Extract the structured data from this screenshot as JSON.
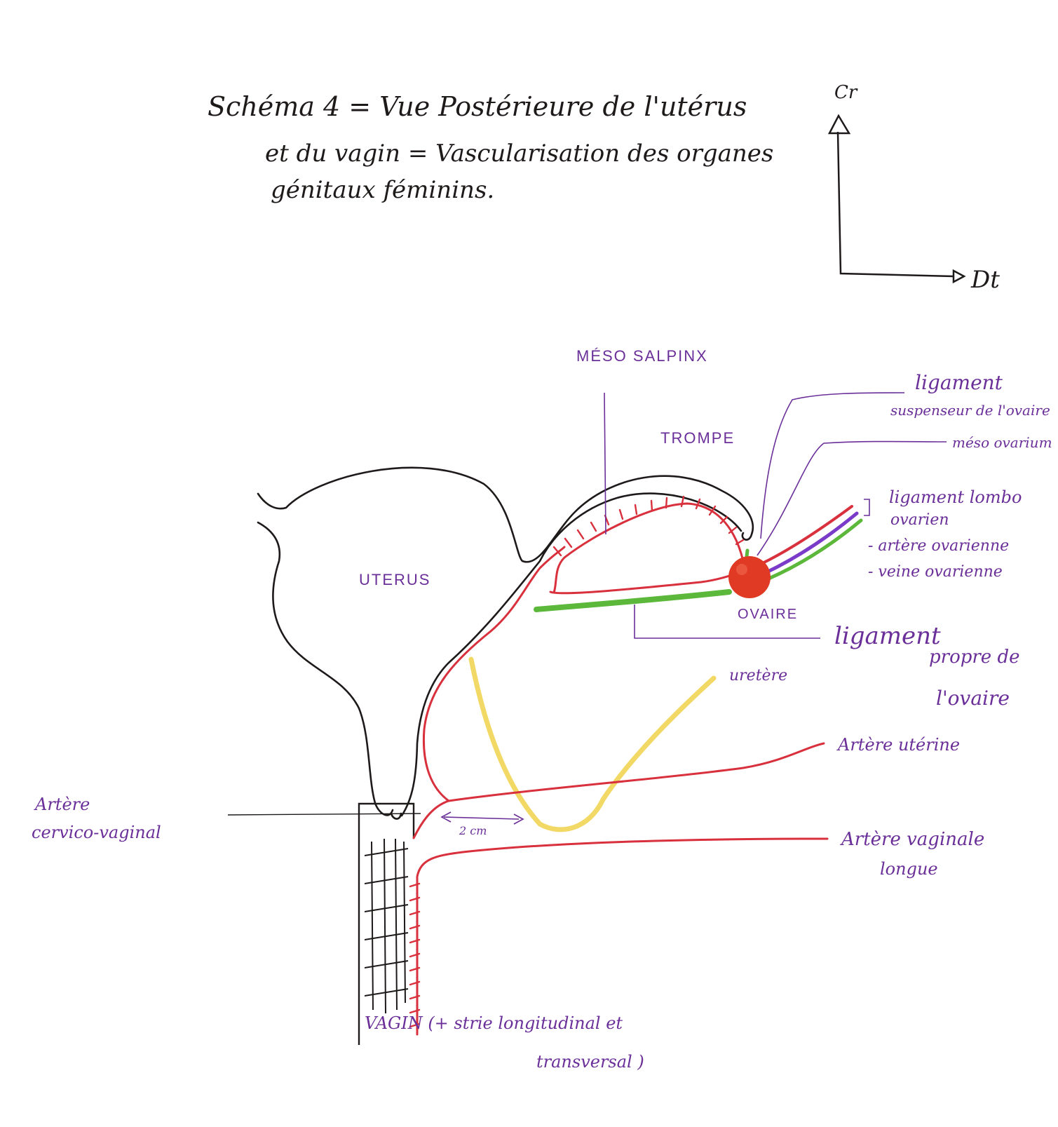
{
  "title": {
    "line1": "Schéma 4 = Vue Postérieure de l'utérus",
    "line2": "et du vagin = Vascularisation des organes",
    "line3": "génitaux féminins."
  },
  "axes": {
    "up": "Cr",
    "right": "Dt"
  },
  "labels": {
    "meso_salpinx": "MÉSO SALPINX",
    "trompe": "TROMPE",
    "uterus": "UTERUS",
    "ovaire": "OVAIRE",
    "ligament_suspenseur_1": "ligament",
    "ligament_suspenseur_2": "suspenseur de l'ovaire",
    "meso_ovarium": "méso ovarium",
    "lombo_1": "ligament lombo",
    "lombo_2": "ovarien",
    "lombo_3": "- artère ovarienne",
    "lombo_4": "- veine ovarienne",
    "ligament_propre_1": "ligament",
    "ligament_propre_2": "propre de",
    "ligament_propre_3": "l'ovaire",
    "uretere": "uretère",
    "artere_uterine": "Artère utérine",
    "artere_cervico_1": "Artère",
    "artere_cervico_2": "cervico-vaginal",
    "distance": "2 cm",
    "artere_vaginale_1": "Artère vaginale",
    "artere_vaginale_2": "longue",
    "vagin_1": "VAGIN (+ strie longitudinal et",
    "vagin_2": "transversal )"
  },
  "colors": {
    "ink": "#1e1a1a",
    "label": "#6a2f98",
    "artery": "#d8303c",
    "ligament": "#5cb83a",
    "ureter": "#f0d24a",
    "vein": "#7a3cc8",
    "ovary": "#e03a24"
  }
}
